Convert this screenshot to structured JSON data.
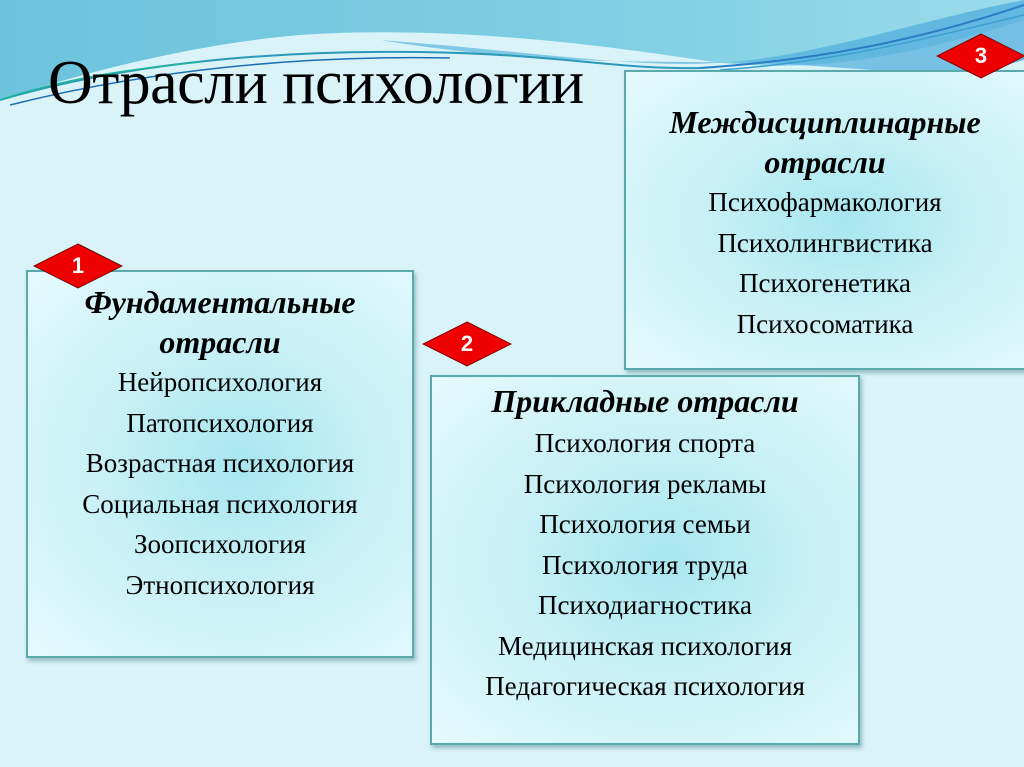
{
  "slide": {
    "title": "Отрасли психологии",
    "colors": {
      "background": "#d9f3f8",
      "box_border": "#5aa9ab",
      "badge": "#ee0000",
      "header_wave": "#6cc3dc"
    }
  },
  "groups": [
    {
      "number": "1",
      "heading_line1": "Фундаментальные",
      "heading_line2": "отрасли",
      "items": [
        "Нейропсихология",
        "Патопсихология",
        "Возрастная психология",
        "Социальная психология",
        "Зоопсихология",
        "Этнопсихология"
      ]
    },
    {
      "number": "2",
      "heading_line1": "Прикладные отрасли",
      "items": [
        "Психология спорта",
        "Психология рекламы",
        "Психология семьи",
        "Психология труда",
        "Психодиагностика",
        "Медицинская психология",
        "Педагогическая психология"
      ]
    },
    {
      "number": "3",
      "heading_line1": "Междисциплинарные",
      "heading_line2": "отрасли",
      "items": [
        "Психофармакология",
        "Психолингвистика",
        "Психогенетика",
        "Психосоматика"
      ]
    }
  ]
}
